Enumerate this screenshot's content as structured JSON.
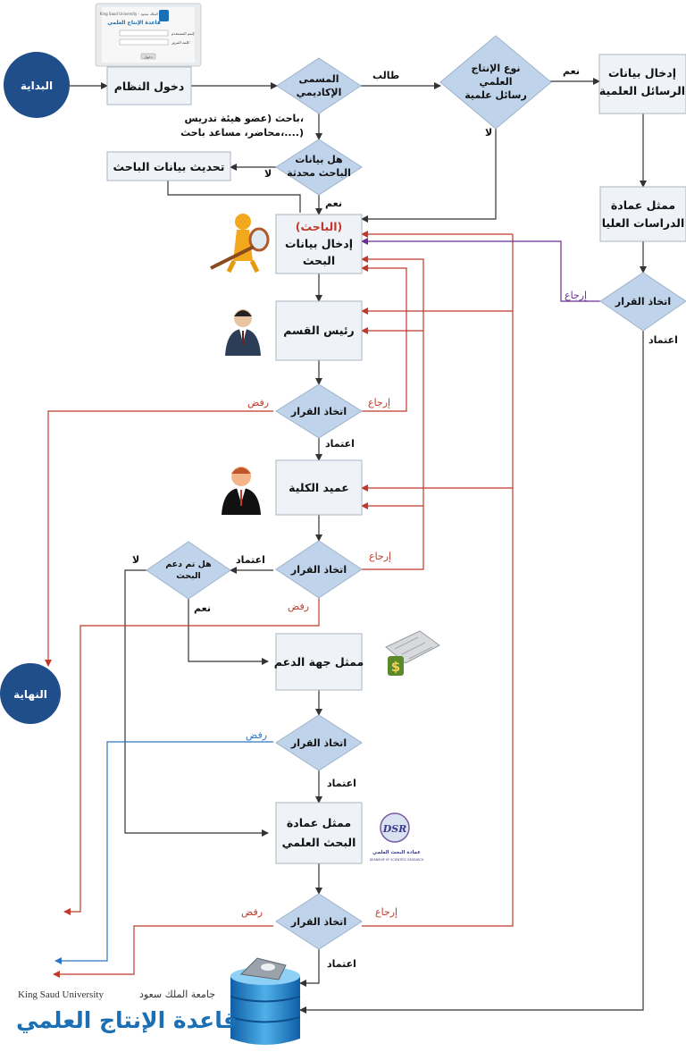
{
  "nodes": {
    "start": "البداية",
    "end": "النهاية",
    "login": "دخول النظام",
    "title_q": [
      "المسمى",
      "الإكاديمي"
    ],
    "type_q": [
      "نوع الإنتاج",
      "العلمي",
      "رسائل علمية"
    ],
    "thesis_entry": [
      "إدخال بيانات",
      "الرسائل العلمية"
    ],
    "grad_rep": [
      "ممثل عمادة",
      "الدراسات العليا"
    ],
    "decision": "اتخاذ القرار",
    "updated_q": [
      "هل بيانات",
      "الباحث محدثة"
    ],
    "update_researcher": "تحديث بيانات الباحث",
    "researcher_tag": "(الباحث)",
    "research_entry": [
      "إدخال بيانات",
      "البحث"
    ],
    "dept_head": "رئيس القسم",
    "dean": "عميد الكلية",
    "funded_q": [
      "هل تم دعم",
      "البحث"
    ],
    "funding_rep": "ممثل جهة الدعم",
    "research_deanship_rep": [
      "ممثل عمادة",
      "البحث العلمي"
    ]
  },
  "edges": {
    "student": "طالب",
    "yes": "نعم",
    "no": "لا",
    "researcher_note": [
      "باحث (عضو هيئة تدريس،",
      "محاضر، مساعد باحث،....)"
    ],
    "approve": "اعتماد",
    "reject": "رفض",
    "return": "إرجاع"
  },
  "login_card": {
    "university": "King Saud University · جامعة الملك سعود",
    "title": "قاعدة الإنتاج العلمي",
    "user_label": "إسم المستخدم:",
    "pass_label": "كلمة المرور:",
    "button": "دخول"
  },
  "dsr_badge": {
    "letters": "DSR",
    "arabic": "عمادة البحث العلمي",
    "english": "DEANSHIP OF SCIENTIFIC RESEARCH"
  },
  "footer": {
    "university_en": "King Saud University",
    "university_ar": "جامعة الملك سعود",
    "title": "قاعدة الإنتاج العلمي"
  },
  "colors": {
    "box_fill": "#eff3f8",
    "diamond_fill": "#bfd3ea",
    "terminal_fill": "#1f4e8a",
    "reject_line": "#c0392b",
    "reject_line_blue": "#2e75c4",
    "return_line_purple": "#6a2c91",
    "brand_blue": "#1a6fb5"
  }
}
